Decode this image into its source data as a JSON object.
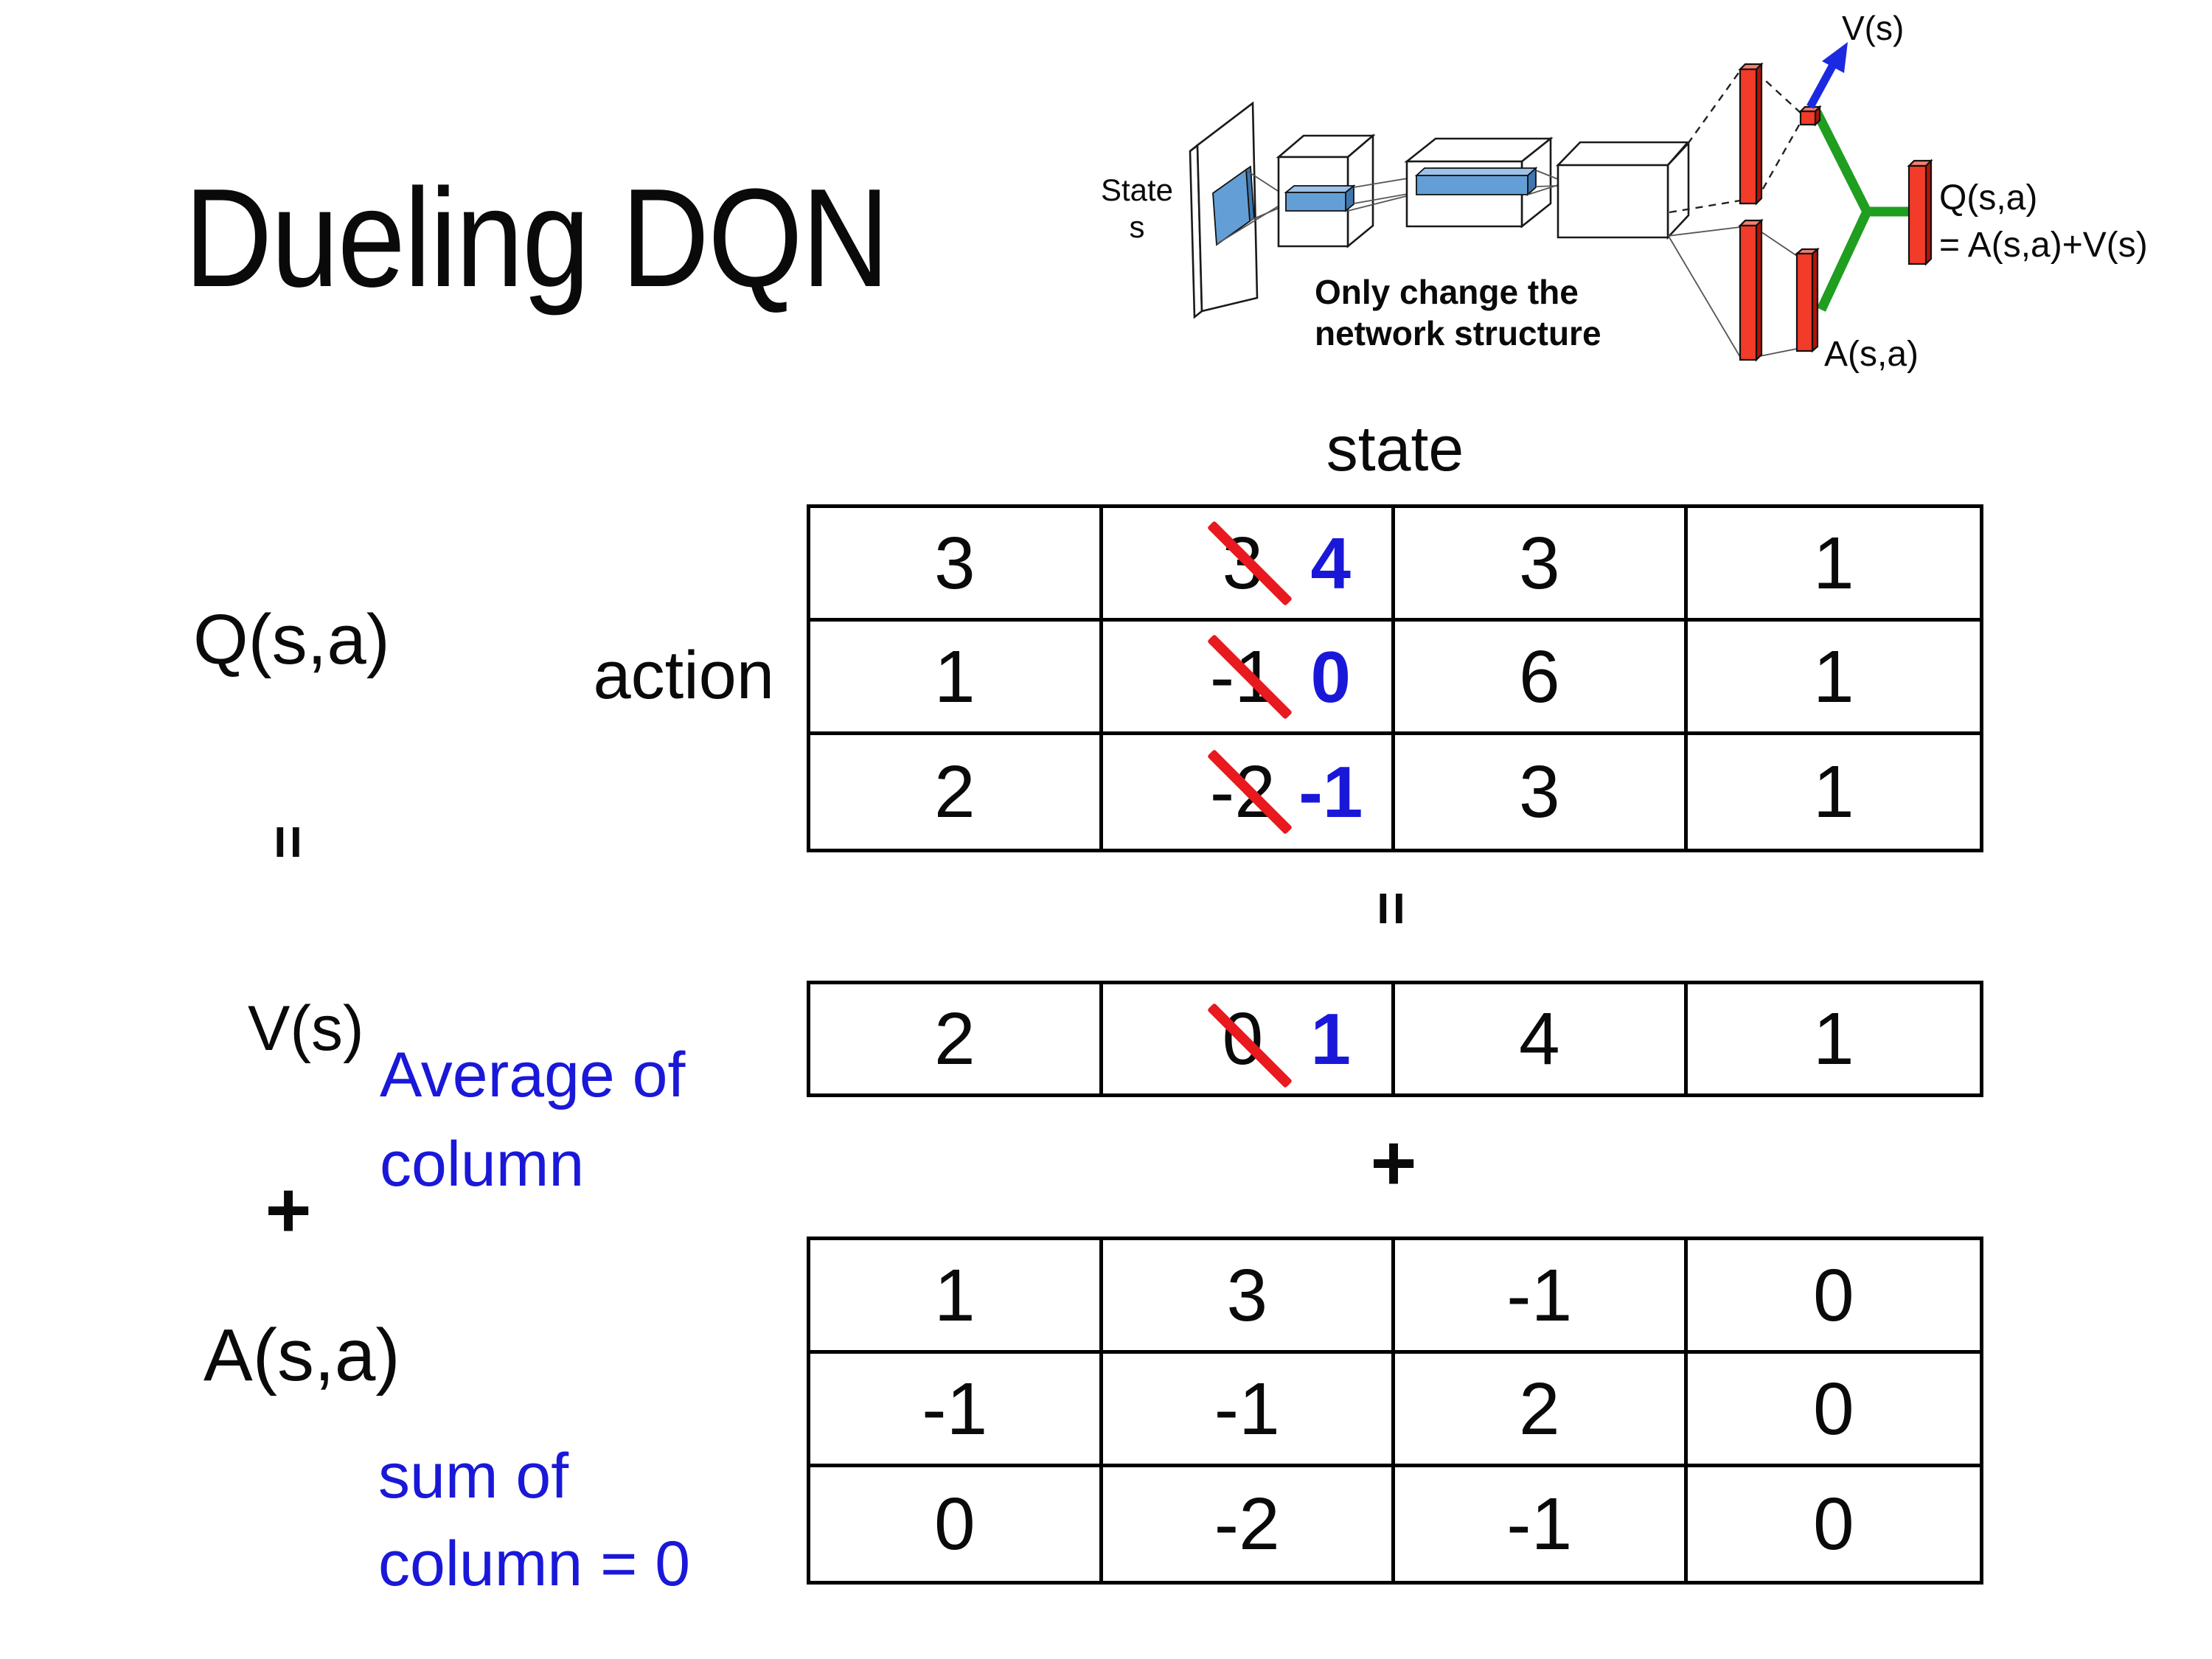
{
  "title": "Dueling DQN",
  "diagram": {
    "state_line1": "State",
    "state_line2": "s",
    "note_line1": "Only change the",
    "note_line2": "network structure",
    "v_out_label": "V(s)",
    "q_out_line1": "Q(s,a)",
    "q_out_line2": "= A(s,a)+V(s)",
    "a_out_label": "A(s,a)"
  },
  "equation": {
    "state_header": "state",
    "action_label": "action",
    "q_label": "Q(s,a)",
    "equals_left": "=",
    "equals_center": "=",
    "v_label": "V(s)",
    "average_note_line1": "Average of",
    "average_note_line2": "column",
    "plus_left": "+",
    "plus_center": "+",
    "a_label": "A(s,a)",
    "sum_note_line1": "sum of",
    "sum_note_line2": "column = 0"
  },
  "q_table": {
    "rows": [
      {
        "c0": "3",
        "c1_old": "3",
        "c1_new": "4",
        "c2": "3",
        "c3": "1"
      },
      {
        "c0": "1",
        "c1_old": "-1",
        "c1_new": "0",
        "c2": "6",
        "c3": "1"
      },
      {
        "c0": "2",
        "c1_old": "-2",
        "c1_new": "-1",
        "c2": "3",
        "c3": "1"
      }
    ]
  },
  "v_table": {
    "rows": [
      {
        "c0": "2",
        "c1_old": "0",
        "c1_new": "1",
        "c2": "4",
        "c3": "1"
      }
    ]
  },
  "a_table": {
    "rows": [
      {
        "c0": "1",
        "c1": "3",
        "c2": "-1",
        "c3": "0"
      },
      {
        "c0": "-1",
        "c1": "-1",
        "c2": "2",
        "c3": "0"
      },
      {
        "c0": "0",
        "c1": "-2",
        "c2": "-1",
        "c3": "0"
      }
    ]
  },
  "colors": {
    "annotation_blue": "#1a18d8",
    "strike_red": "#e8191f",
    "bar_red": "#f23b28",
    "stream_green": "#1f9e1f",
    "conv_blue": "#639fd6"
  }
}
